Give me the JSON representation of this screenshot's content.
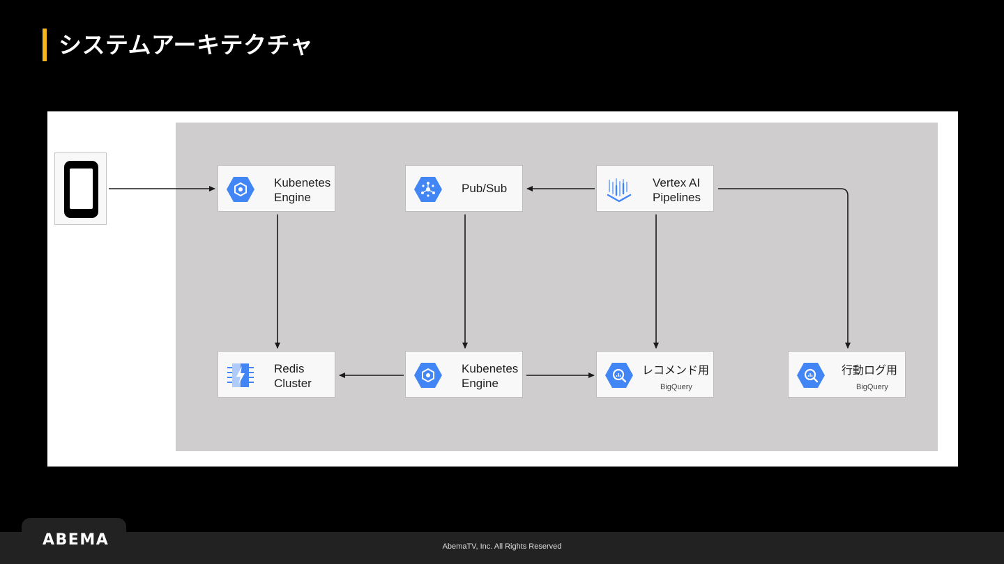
{
  "slide": {
    "title": "システムアーキテクチャ"
  },
  "nodes": {
    "gke_top": {
      "label": "Kubenetes\nEngine",
      "icon": "kubernetes-engine-icon"
    },
    "pubsub": {
      "label": "Pub/Sub",
      "icon": "pubsub-icon"
    },
    "vertex": {
      "label": "Vertex AI\nPipelines",
      "icon": "vertex-ai-icon"
    },
    "redis": {
      "label": "Redis\nCluster",
      "icon": "memorystore-icon"
    },
    "gke_bottom": {
      "label": "Kubenetes\nEngine",
      "icon": "kubernetes-engine-icon"
    },
    "bq_reco": {
      "label": "レコメンド用",
      "sub": "BigQuery",
      "icon": "bigquery-icon"
    },
    "bq_log": {
      "label": "行動ログ用",
      "sub": "BigQuery",
      "icon": "bigquery-icon"
    }
  },
  "footer": {
    "logo": "ABEMA",
    "copyright": "AbemaTV, Inc. All Rights Reserved"
  },
  "colors": {
    "accent": "#f5b81c",
    "gcp_blue": "#4285f4",
    "cloud_bg": "#cfcdce"
  }
}
